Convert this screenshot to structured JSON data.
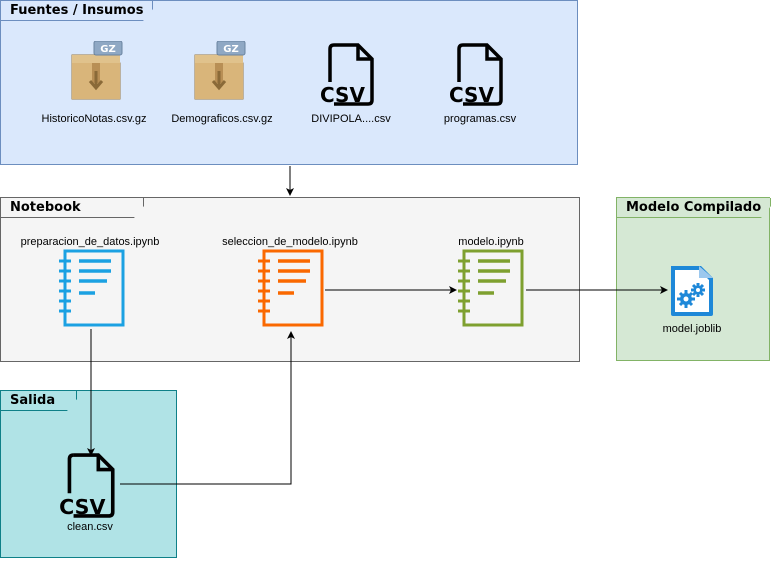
{
  "groups": {
    "fuentes": {
      "title": "Fuentes / Insumos"
    },
    "notebook": {
      "title": "Notebook"
    },
    "modelo": {
      "title": "Modelo Compilado"
    },
    "salida": {
      "title": "Salida"
    }
  },
  "nodes": {
    "historico": {
      "label": "HistoricoNotas.csv.gz",
      "badge": "GZ"
    },
    "demograficos": {
      "label": "Demograficos.csv.gz",
      "badge": "GZ"
    },
    "divipola": {
      "label": "DIVIPOLA....csv",
      "badge": "CSV"
    },
    "programas": {
      "label": "programas.csv",
      "badge": "CSV"
    },
    "preparacion": {
      "label": "preparacion_de_datos.ipynb"
    },
    "seleccion": {
      "label": "seleccion_de_modelo.ipynb"
    },
    "modelo_nb": {
      "label": "modelo.ipynb"
    },
    "joblib": {
      "label": "model.joblib"
    },
    "clean": {
      "label": "clean.csv",
      "badge": "CSV"
    }
  },
  "colors": {
    "fuentes_fill": "#dae8fc",
    "fuentes_stroke": "#6c8ebf",
    "notebook_fill": "#f5f5f5",
    "notebook_stroke": "#666666",
    "modelo_fill": "#d5e8d4",
    "modelo_stroke": "#82b366",
    "salida_fill": "#b0e3e6",
    "salida_stroke": "#0e8088",
    "nb_blue": "#1ba1e2",
    "nb_orange": "#fa6800",
    "nb_green": "#7ea02f",
    "joblib_blue": "#1e88d8"
  }
}
